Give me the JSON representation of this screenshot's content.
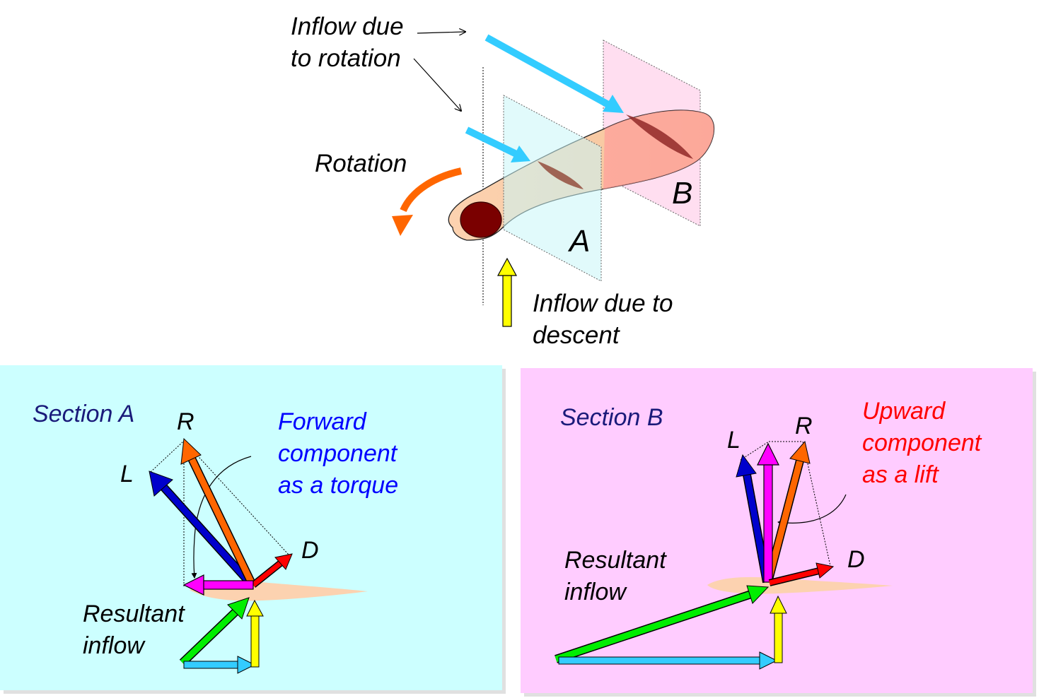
{
  "top": {
    "inflow_rotation": [
      "Inflow due",
      "to rotation"
    ],
    "rotation": "Rotation",
    "plane_a": "A",
    "plane_b": "B",
    "inflow_descent": [
      "Inflow due to",
      "descent"
    ]
  },
  "section_a": {
    "title": "Section A",
    "vec_r": "R",
    "vec_l": "L",
    "vec_d": "D",
    "note": [
      "Forward",
      "component",
      "as a torque"
    ],
    "resultant": [
      "Resultant",
      "inflow"
    ]
  },
  "section_b": {
    "title": "Section B",
    "vec_r": "R",
    "vec_l": "L",
    "vec_d": "D",
    "note": [
      "Upward",
      "component",
      "as a lift"
    ],
    "resultant": [
      "Resultant",
      "inflow"
    ]
  },
  "colors": {
    "panel_a": "#ccffff",
    "panel_b": "#ffccff",
    "section_title": "#1a1a7a",
    "note_a": "#0000ff",
    "note_b": "#ff0000",
    "lift": "#0000cc",
    "resultant_force": "#ff6600",
    "drag": "#ff0000",
    "component": "#ff00ff",
    "resultant_inflow": "#00ee00",
    "rotation_inflow": "#33ccff",
    "descent_inflow": "#ffff00",
    "blade": "#fcd2b0",
    "blade_tip": "#7a0000"
  },
  "icons": [
    "rotation-arrow-icon"
  ]
}
